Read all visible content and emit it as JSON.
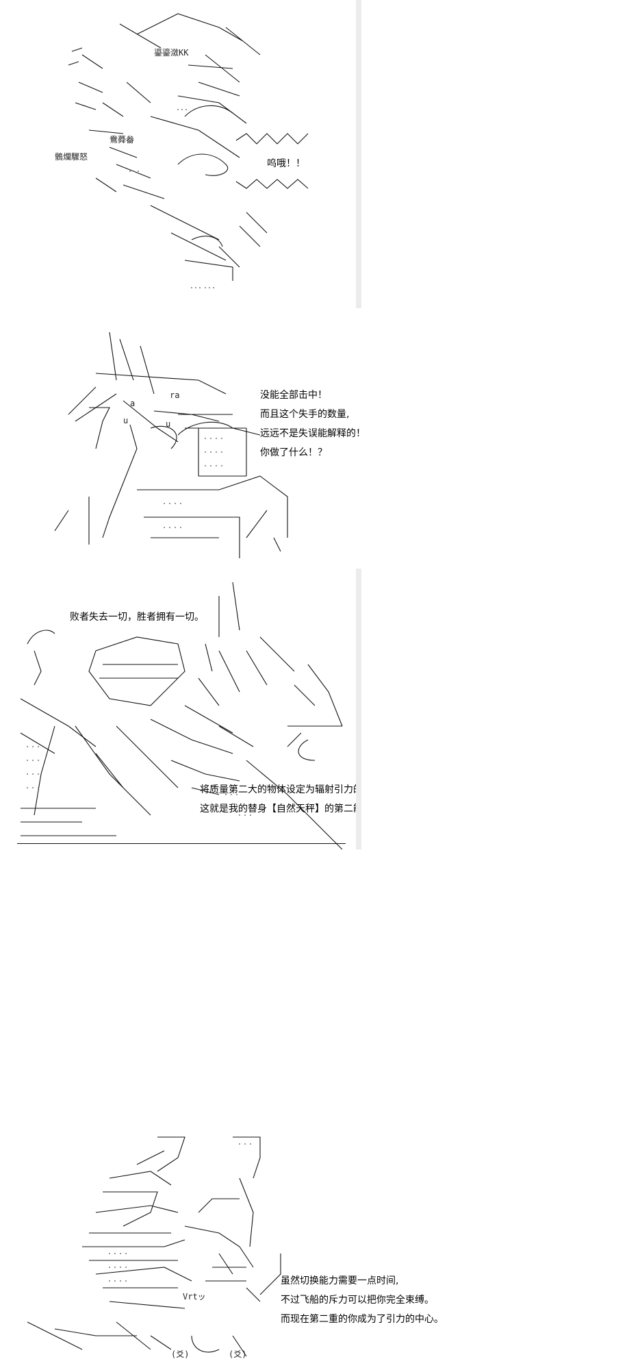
{
  "panels": [
    {
      "id": "panel-1",
      "aa_texts": [
        "鎏鎏潋KK",
        "鶻爛驟怒",
        "鴦蕣畚"
      ],
      "shout": "呜哦！！",
      "lines": []
    },
    {
      "id": "panel-2",
      "aa_texts": [
        "a",
        "ra",
        "u",
        "u"
      ],
      "lines": [
        "没能全部击中！",
        "而且这个失手的数量,",
        "远远不是失误能解释的！",
        "你做了什么！？"
      ]
    },
    {
      "id": "panel-3",
      "aa_texts": [],
      "lines": [
        "败者失去一切，胜者拥有一切。",
        "将质量第二大的物体设定为辐射引力的目标,",
        "这就是我的替身【自然天秤】的第二能力！"
      ]
    },
    {
      "id": "panel-4",
      "aa_texts": [
        "Vrtッ",
        "(爻)",
        "(爻)"
      ],
      "lines": [
        "虽然切换能力需要一点时间,",
        "不过飞船的斥力可以把你完全束缚。",
        "而现在第二重的你成为了引力的中心。"
      ]
    }
  ]
}
